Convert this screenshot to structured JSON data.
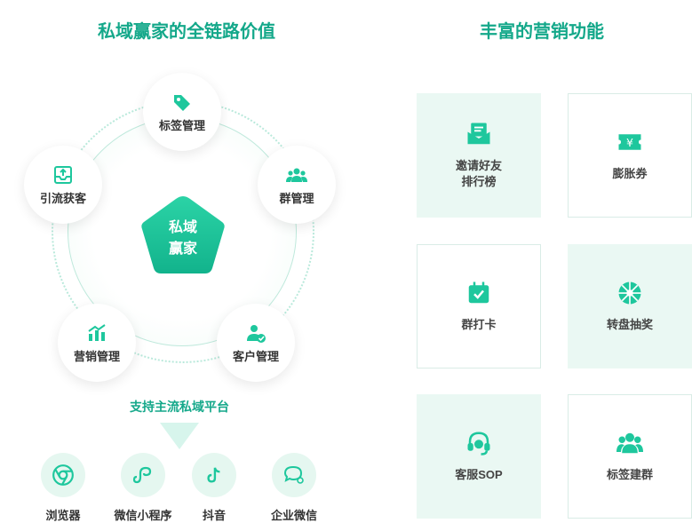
{
  "left": {
    "title": "私域赢家的全链路价值",
    "center": {
      "line1": "私域",
      "line2": "赢家"
    },
    "nodes": [
      {
        "label": "标签管理",
        "icon": "tag-icon"
      },
      {
        "label": "群管理",
        "icon": "group-icon"
      },
      {
        "label": "客户管理",
        "icon": "customer-icon"
      },
      {
        "label": "营销管理",
        "icon": "marketing-chart-icon"
      },
      {
        "label": "引流获客",
        "icon": "lead-inbox-icon"
      }
    ],
    "platform_title": "支持主流私域平台",
    "platforms": [
      {
        "label": "浏览器",
        "icon": "browser-icon"
      },
      {
        "label": "微信小程序",
        "icon": "mini-program-icon"
      },
      {
        "label": "抖音",
        "icon": "douyin-icon"
      },
      {
        "label": "企业微信",
        "icon": "wecom-icon"
      }
    ]
  },
  "right": {
    "title": "丰富的营销功能",
    "features": [
      {
        "line1": "邀请好友",
        "line2": "排行榜",
        "icon": "invite-mail-icon"
      },
      {
        "line1": "膨胀券",
        "line2": "",
        "icon": "coupon-icon"
      },
      {
        "line1": "群打卡",
        "line2": "",
        "icon": "calendar-check-icon"
      },
      {
        "line1": "转盘抽奖",
        "line2": "",
        "icon": "wheel-icon"
      },
      {
        "line1": "客服SOP",
        "line2": "",
        "icon": "headset-icon"
      },
      {
        "line1": "标签建群",
        "line2": "",
        "icon": "users-icon"
      }
    ]
  },
  "colors": {
    "accent": "#14a88a",
    "icon": "#1ec79d",
    "light": "#eaf8f3"
  }
}
